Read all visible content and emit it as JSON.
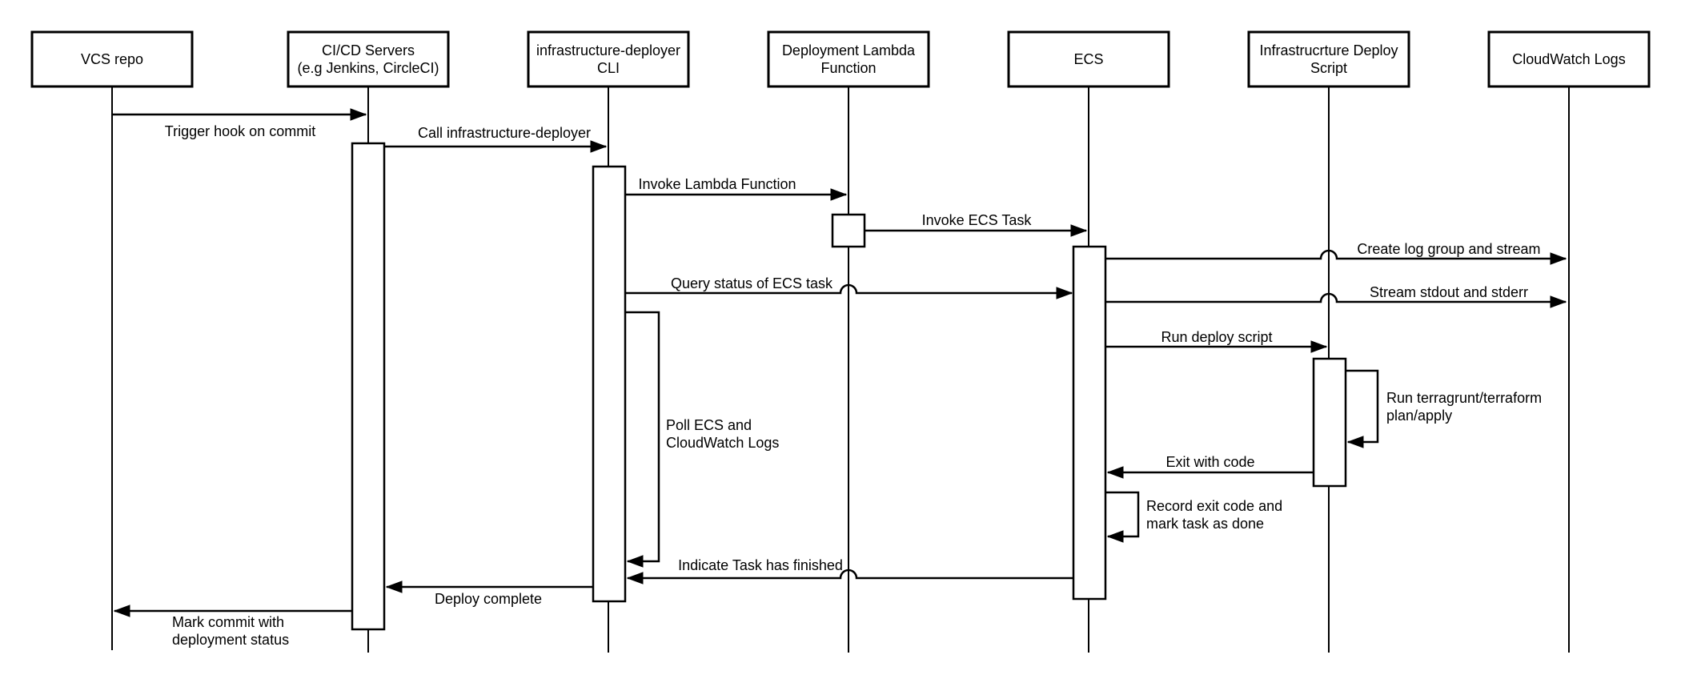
{
  "diagram_type": "uml-sequence-diagram",
  "colors": {
    "background": "#ffffff",
    "stroke": "#000000",
    "text": "#000000",
    "shape_fill": "#ffffff"
  },
  "actors": [
    {
      "id": "vcs-repo",
      "line1": "VCS repo",
      "line2": ""
    },
    {
      "id": "cicd-servers",
      "line1": "CI/CD Servers",
      "line2": "(e.g Jenkins, CircleCI)"
    },
    {
      "id": "infrastructure-deployer-cli",
      "line1": "infrastructure-deployer",
      "line2": "CLI"
    },
    {
      "id": "deployment-lambda-function",
      "line1": "Deployment Lambda",
      "line2": "Function"
    },
    {
      "id": "ecs",
      "line1": "ECS",
      "line2": ""
    },
    {
      "id": "infrastructure-deploy-script",
      "line1": "Infrastrucrture Deploy",
      "line2": "Script"
    },
    {
      "id": "cloudwatch-logs",
      "line1": "CloudWatch Logs",
      "line2": ""
    }
  ],
  "messages": {
    "trigger_hook": "Trigger hook on commit",
    "call_deployer": "Call infrastructure-deployer",
    "invoke_lambda": "Invoke Lambda Function",
    "invoke_ecs_task": "Invoke ECS Task",
    "create_log_group": "Create log group and stream",
    "query_status": "Query status of ECS task",
    "stream_stdout": "Stream stdout and stderr",
    "run_deploy_script": "Run deploy script",
    "run_terragrunt_line1": "Run terragrunt/terraform",
    "run_terragrunt_line2": "plan/apply",
    "exit_with_code": "Exit with code",
    "record_exit_line1": "Record exit code and",
    "record_exit_line2": "mark task as done",
    "poll_line1": "Poll ECS and",
    "poll_line2": "CloudWatch Logs",
    "indicate_finished": "Indicate Task has finished",
    "deploy_complete": "Deploy complete",
    "mark_commit_line1": "Mark commit with",
    "mark_commit_line2": "deployment status"
  }
}
